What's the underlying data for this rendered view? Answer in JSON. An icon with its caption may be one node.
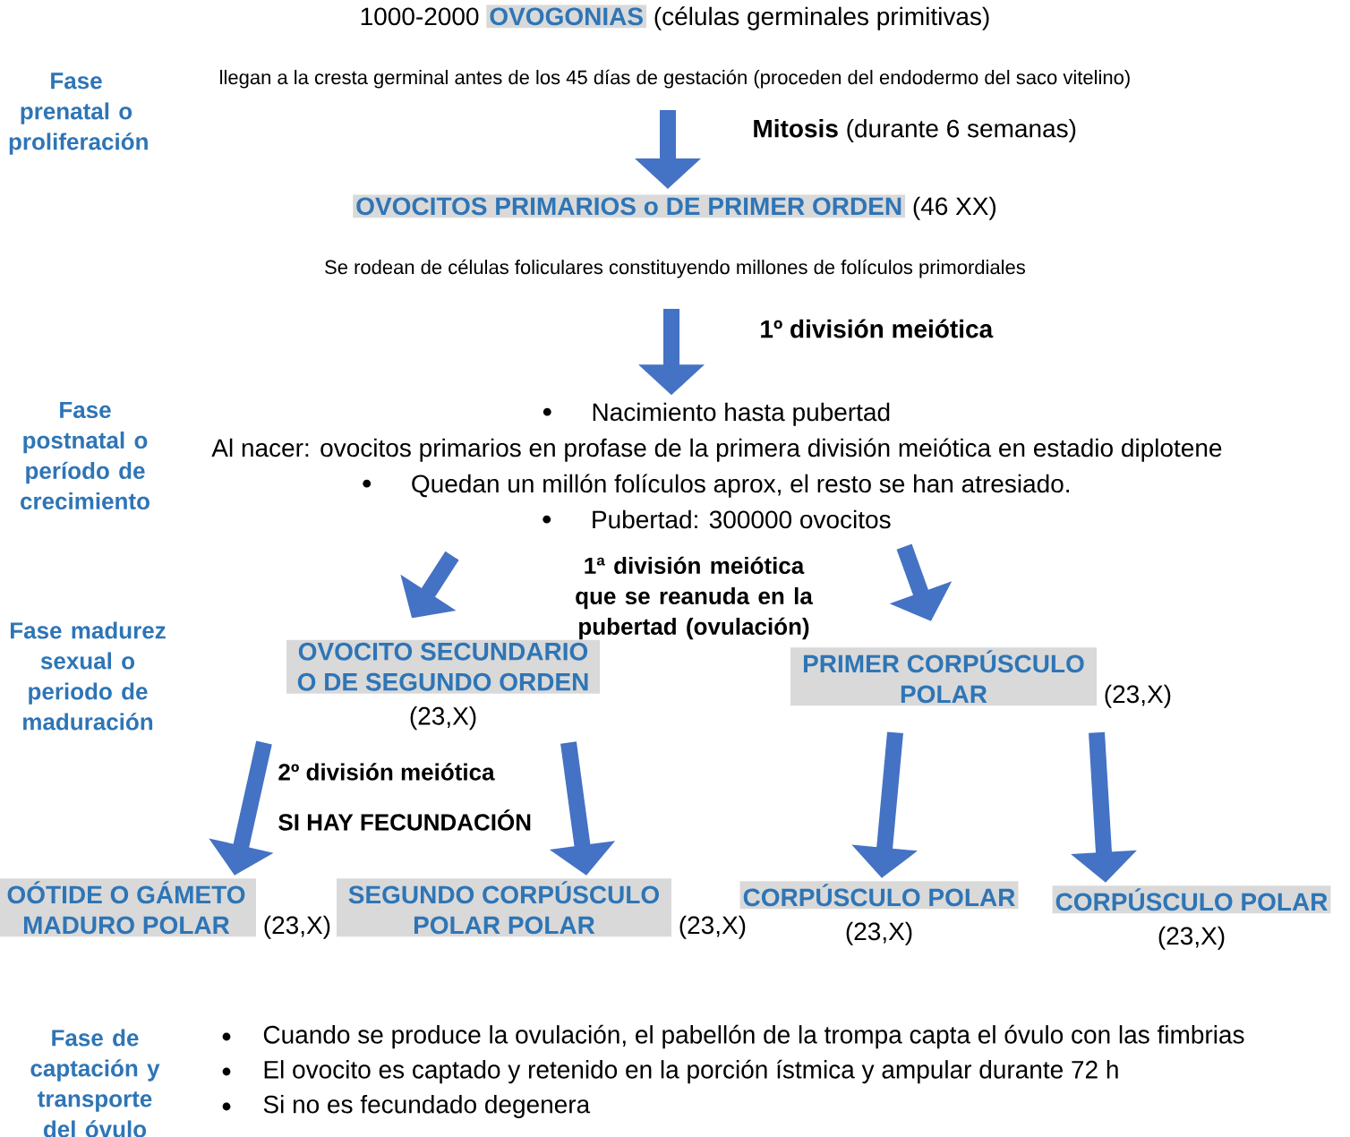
{
  "diagram": {
    "nodes": [
      {
        "text": [
          "1000-2000",
          "OVOGONIAS",
          "(células germinales primitivas)",
          "llegan a la cresta germinal antes de los 45 días de gestación (proceden del endodermo del saco vitelino)"
        ]
      },
      {
        "text": [
          "OVOCITOS PRIMARIOS o DE PRIMER ORDEN",
          "(46 XX)",
          "Se rodean de células foliculares constituyendo millones de folículos primordiales"
        ]
      },
      {
        "text": [
          "Nacimiento hasta pubertad",
          "Al nacer: ovocitos primarios en profase de la primera división meiótica en estadio diplotene",
          "Quedan un millón folículos aprox, el resto se han atresiado.",
          "Pubertad: 300000 ovocitos"
        ]
      },
      {
        "text": [
          "OVOCITO SECUNDARIO O DE SEGUNDO ORDEN",
          "(23,X)"
        ]
      },
      {
        "text": [
          "PRIMER CORPÚSCULO POLAR",
          "(23,X)"
        ]
      },
      {
        "text": [
          "OÓTIDE O GÁMETO MADURO POLAR",
          "(23,X)"
        ]
      },
      {
        "text": [
          "SEGUNDO CORPÚSCULO POLAR POLAR",
          "(23,X)"
        ]
      },
      {
        "text": [
          "CORPÚSCULO POLAR",
          "(23,X)"
        ]
      },
      {
        "text": [
          "CORPÚSCULO POLAR",
          "(23,X)"
        ]
      }
    ],
    "edges": [
      {
        "from": 0,
        "to": 1,
        "arrow": "to",
        "label": "**Mitosis** (durante 6 semanas)"
      },
      {
        "from": 1,
        "to": 2,
        "arrow": "to",
        "label": "1º división meiótica"
      },
      {
        "from": 2,
        "to": 3,
        "arrow": "to"
      },
      {
        "from": 2,
        "to": 4,
        "arrow": "to"
      },
      {
        "from": 3,
        "to": 5,
        "arrow": "to"
      },
      {
        "from": 3,
        "to": 6,
        "arrow": "to"
      },
      {
        "from": 4,
        "to": 7,
        "arrow": "to"
      },
      {
        "from": 4,
        "to": 8,
        "arrow": "to"
      }
    ],
    "labels": [
      "Fase prenatal o proliferación",
      "Fase postnatal o período de crecimiento",
      "1ª división meiótica que se reanuda en la pubertad (ovulación)",
      "Fase madurez sexual o periodo de maduración",
      "2º división meiótica",
      "SI HAY FECUNDACIÓN",
      "Fase de captación y transporte del óvulo",
      "Cuando se produce la ovulación, el pabellón de la trompa capta el óvulo con las fimbrias",
      "El ovocito es captado y retenido en la porción ístmica y ampular durante 72 h",
      "Si no es fecundado degenera"
    ]
  }
}
